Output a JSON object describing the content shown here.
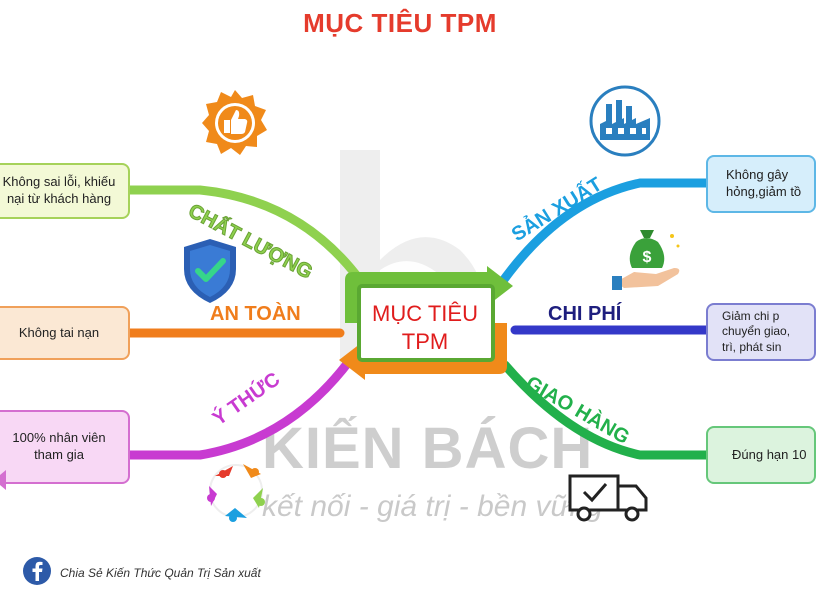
{
  "title": "MỤC TIÊU TPM",
  "center": {
    "line1": "MỤC TIÊU",
    "line2": "TPM"
  },
  "branches": {
    "chat_luong": {
      "label": "CHẤT LƯỢNG",
      "detail_line1": "Không sai lỗi, khiếu",
      "detail_line2": "nại từ khách hàng"
    },
    "an_toan": {
      "label": "AN TOÀN",
      "detail": "Không tai nạn"
    },
    "y_thuc": {
      "label": "Ý THỨC",
      "detail_line1": "100% nhân viên",
      "detail_line2": "tham gia"
    },
    "san_xuat": {
      "label": "SẢN XUẤT",
      "detail_line1": "Không gây",
      "detail_line2": "hỏng,giảm tồ"
    },
    "chi_phi": {
      "label": "CHI PHÍ",
      "detail_line1": "Giảm chi p",
      "detail_line2": "chuyển giao,",
      "detail_line3": "trì, phát sin"
    },
    "giao_hang": {
      "label": "GIAO HÀNG",
      "detail": "Đúng hạn 10"
    }
  },
  "watermark": {
    "brand": "KIẾN BÁCH",
    "tagline": "kết nối - giá trị - bền vững"
  },
  "footer": {
    "text": "Chia Sẻ Kiến Thức Quản Trị Sản xuất"
  },
  "colors": {
    "title": "#e53b2c",
    "chat_luong": "#8fd14f",
    "an_toan": "#f07d1c",
    "y_thuc": "#c83bd1",
    "san_xuat": "#1b9fe0",
    "chi_phi": "#3438c8",
    "giao_hang": "#22b04b"
  },
  "icons": [
    "thumbs-up-badge-icon",
    "shield-check-icon",
    "people-circle-icon",
    "factory-icon",
    "money-bag-hand-icon",
    "delivery-truck-icon",
    "facebook-icon"
  ]
}
